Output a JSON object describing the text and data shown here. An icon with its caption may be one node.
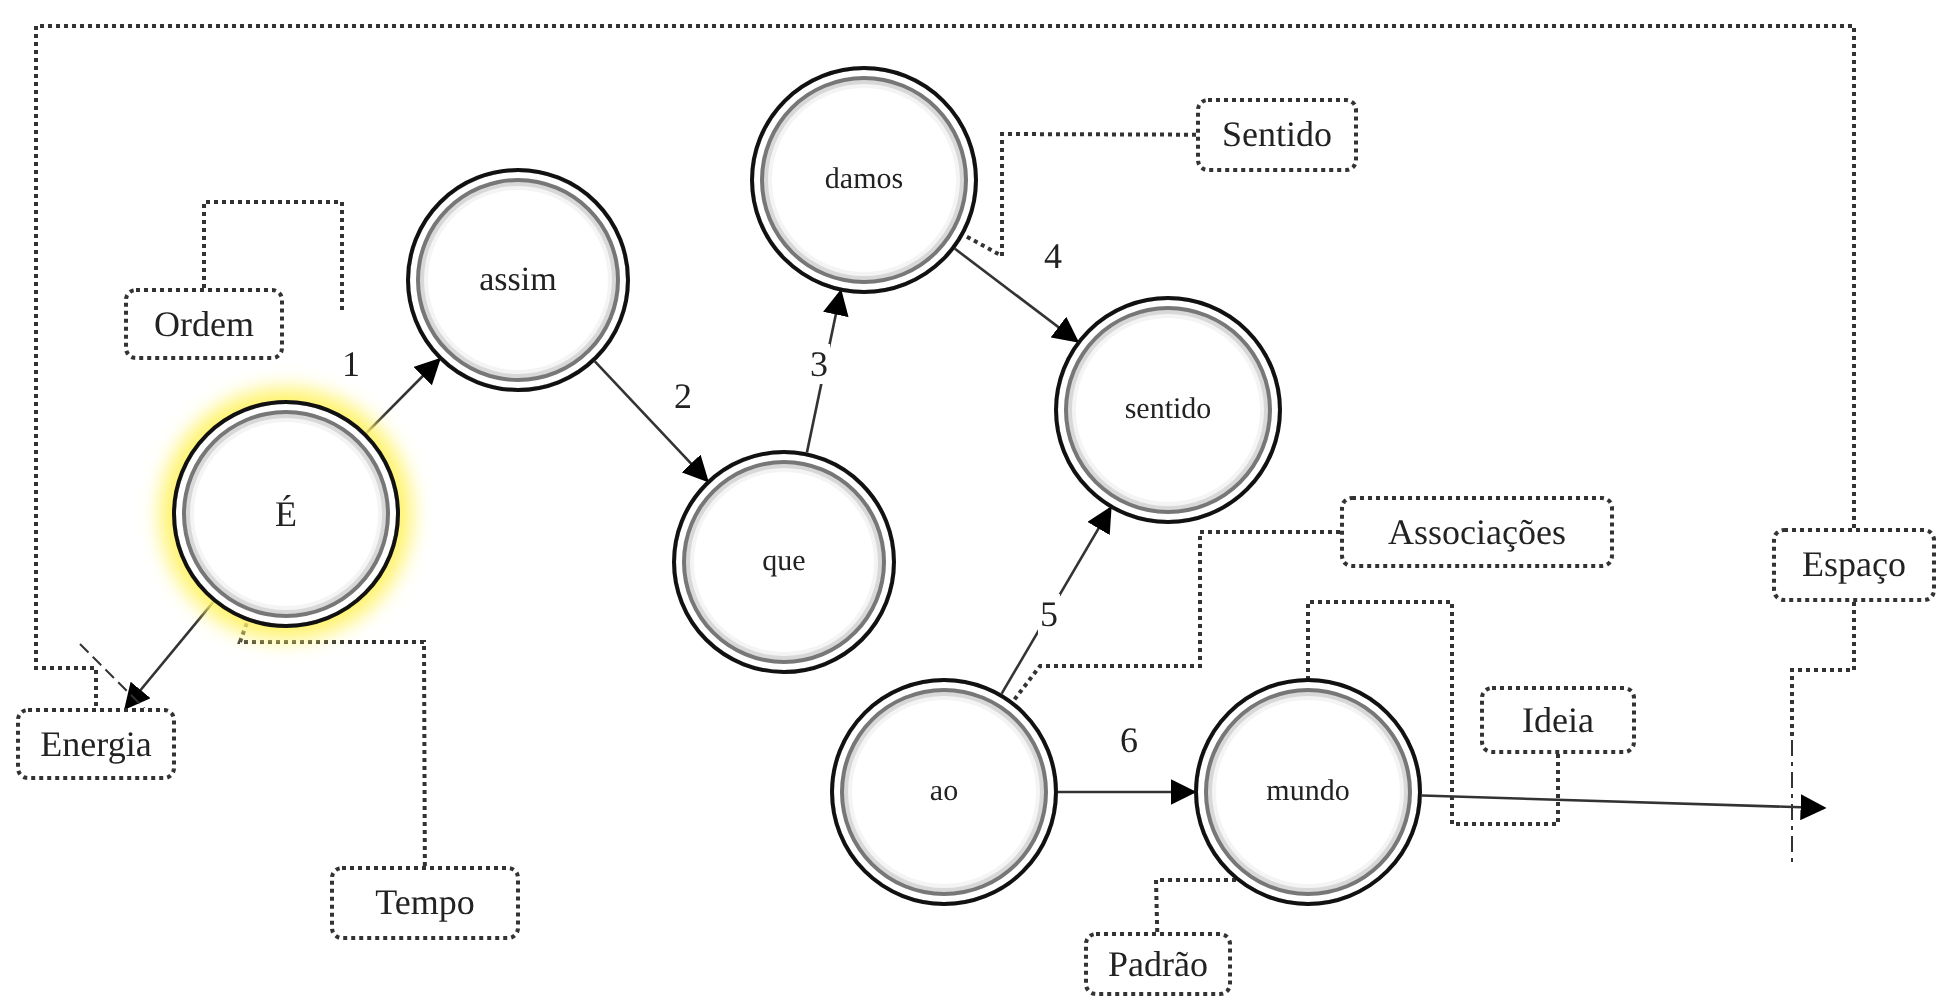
{
  "diagram": {
    "nodes": [
      {
        "text": [
          "É"
        ]
      },
      {
        "text": [
          "assim"
        ]
      },
      {
        "text": [
          "que"
        ]
      },
      {
        "text": [
          "damos"
        ]
      },
      {
        "text": [
          "sentido"
        ]
      },
      {
        "text": [
          "ao"
        ]
      },
      {
        "text": [
          "mundo"
        ]
      },
      {
        "text": [
          "Ordem"
        ]
      },
      {
        "text": [
          "Sentido"
        ]
      },
      {
        "text": [
          "Associações"
        ]
      },
      {
        "text": [
          "Espaço"
        ]
      },
      {
        "text": [
          "Ideia"
        ]
      },
      {
        "text": [
          "Energia"
        ]
      },
      {
        "text": [
          "Tempo"
        ]
      },
      {
        "text": [
          "Padrão"
        ]
      }
    ],
    "edges": [
      {
        "from": 0,
        "to": 1,
        "arrow": "to",
        "label": "1"
      },
      {
        "from": 1,
        "to": 2,
        "arrow": "to",
        "label": "2"
      },
      {
        "from": 2,
        "to": 3,
        "arrow": "to",
        "label": "3"
      },
      {
        "from": 3,
        "to": 4,
        "arrow": "to",
        "label": "4"
      },
      {
        "from": 5,
        "to": 4,
        "arrow": "to",
        "label": "5"
      },
      {
        "from": 5,
        "to": 6,
        "arrow": "to",
        "label": "6"
      },
      {
        "from": 6,
        "to": null,
        "arrow": "to"
      },
      {
        "from": 0,
        "to": 12,
        "arrow": "to"
      },
      {
        "from": 7,
        "to": null,
        "arrow": "none",
        "style": "dashed"
      },
      {
        "from": 8,
        "to": 3,
        "arrow": "none",
        "style": "dashed"
      },
      {
        "from": 9,
        "to": 5,
        "arrow": "none",
        "style": "dashed"
      },
      {
        "from": 10,
        "to": 12,
        "arrow": "none",
        "style": "dashed"
      },
      {
        "from": 10,
        "to": null,
        "arrow": "none",
        "style": "dashed"
      },
      {
        "from": 11,
        "to": 6,
        "arrow": "none",
        "style": "dashed"
      },
      {
        "from": 13,
        "to": 0,
        "arrow": "none",
        "style": "dashed"
      },
      {
        "from": 14,
        "to": 6,
        "arrow": "none",
        "style": "dashed"
      }
    ]
  }
}
